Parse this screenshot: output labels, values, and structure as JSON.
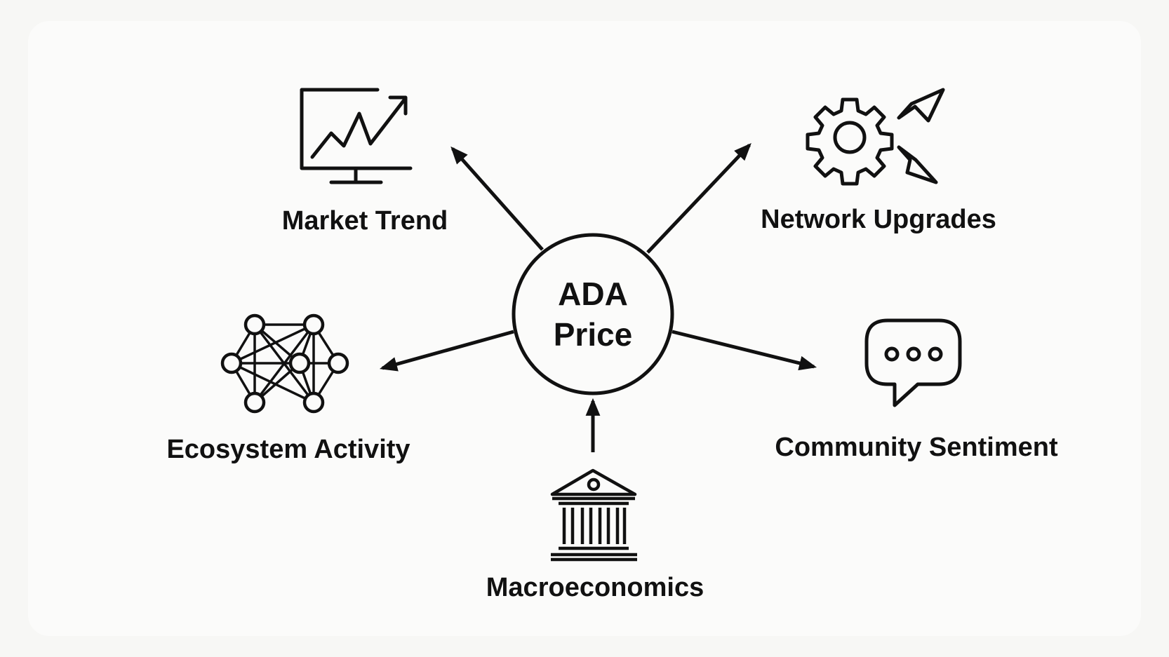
{
  "center": {
    "line1": "ADA",
    "line2": "Price"
  },
  "factors": {
    "market_trend": {
      "label": "Market Trend",
      "icon": "monitor-trend-icon",
      "arrow": "outgoing"
    },
    "network_upgrades": {
      "label": "Network Upgrades",
      "icon": "gear-arrows-icon",
      "arrow": "outgoing"
    },
    "ecosystem_activity": {
      "label": "Ecosystem Activity",
      "icon": "network-graph-icon",
      "arrow": "outgoing"
    },
    "community_sentiment": {
      "label": "Community Sentiment",
      "icon": "chat-bubble-icon",
      "arrow": "outgoing"
    },
    "macroeconomics": {
      "label": "Macroeconomics",
      "icon": "bank-building-icon",
      "arrow": "incoming"
    }
  },
  "colors": {
    "stroke": "#111111",
    "background": "#f7f7f5"
  }
}
